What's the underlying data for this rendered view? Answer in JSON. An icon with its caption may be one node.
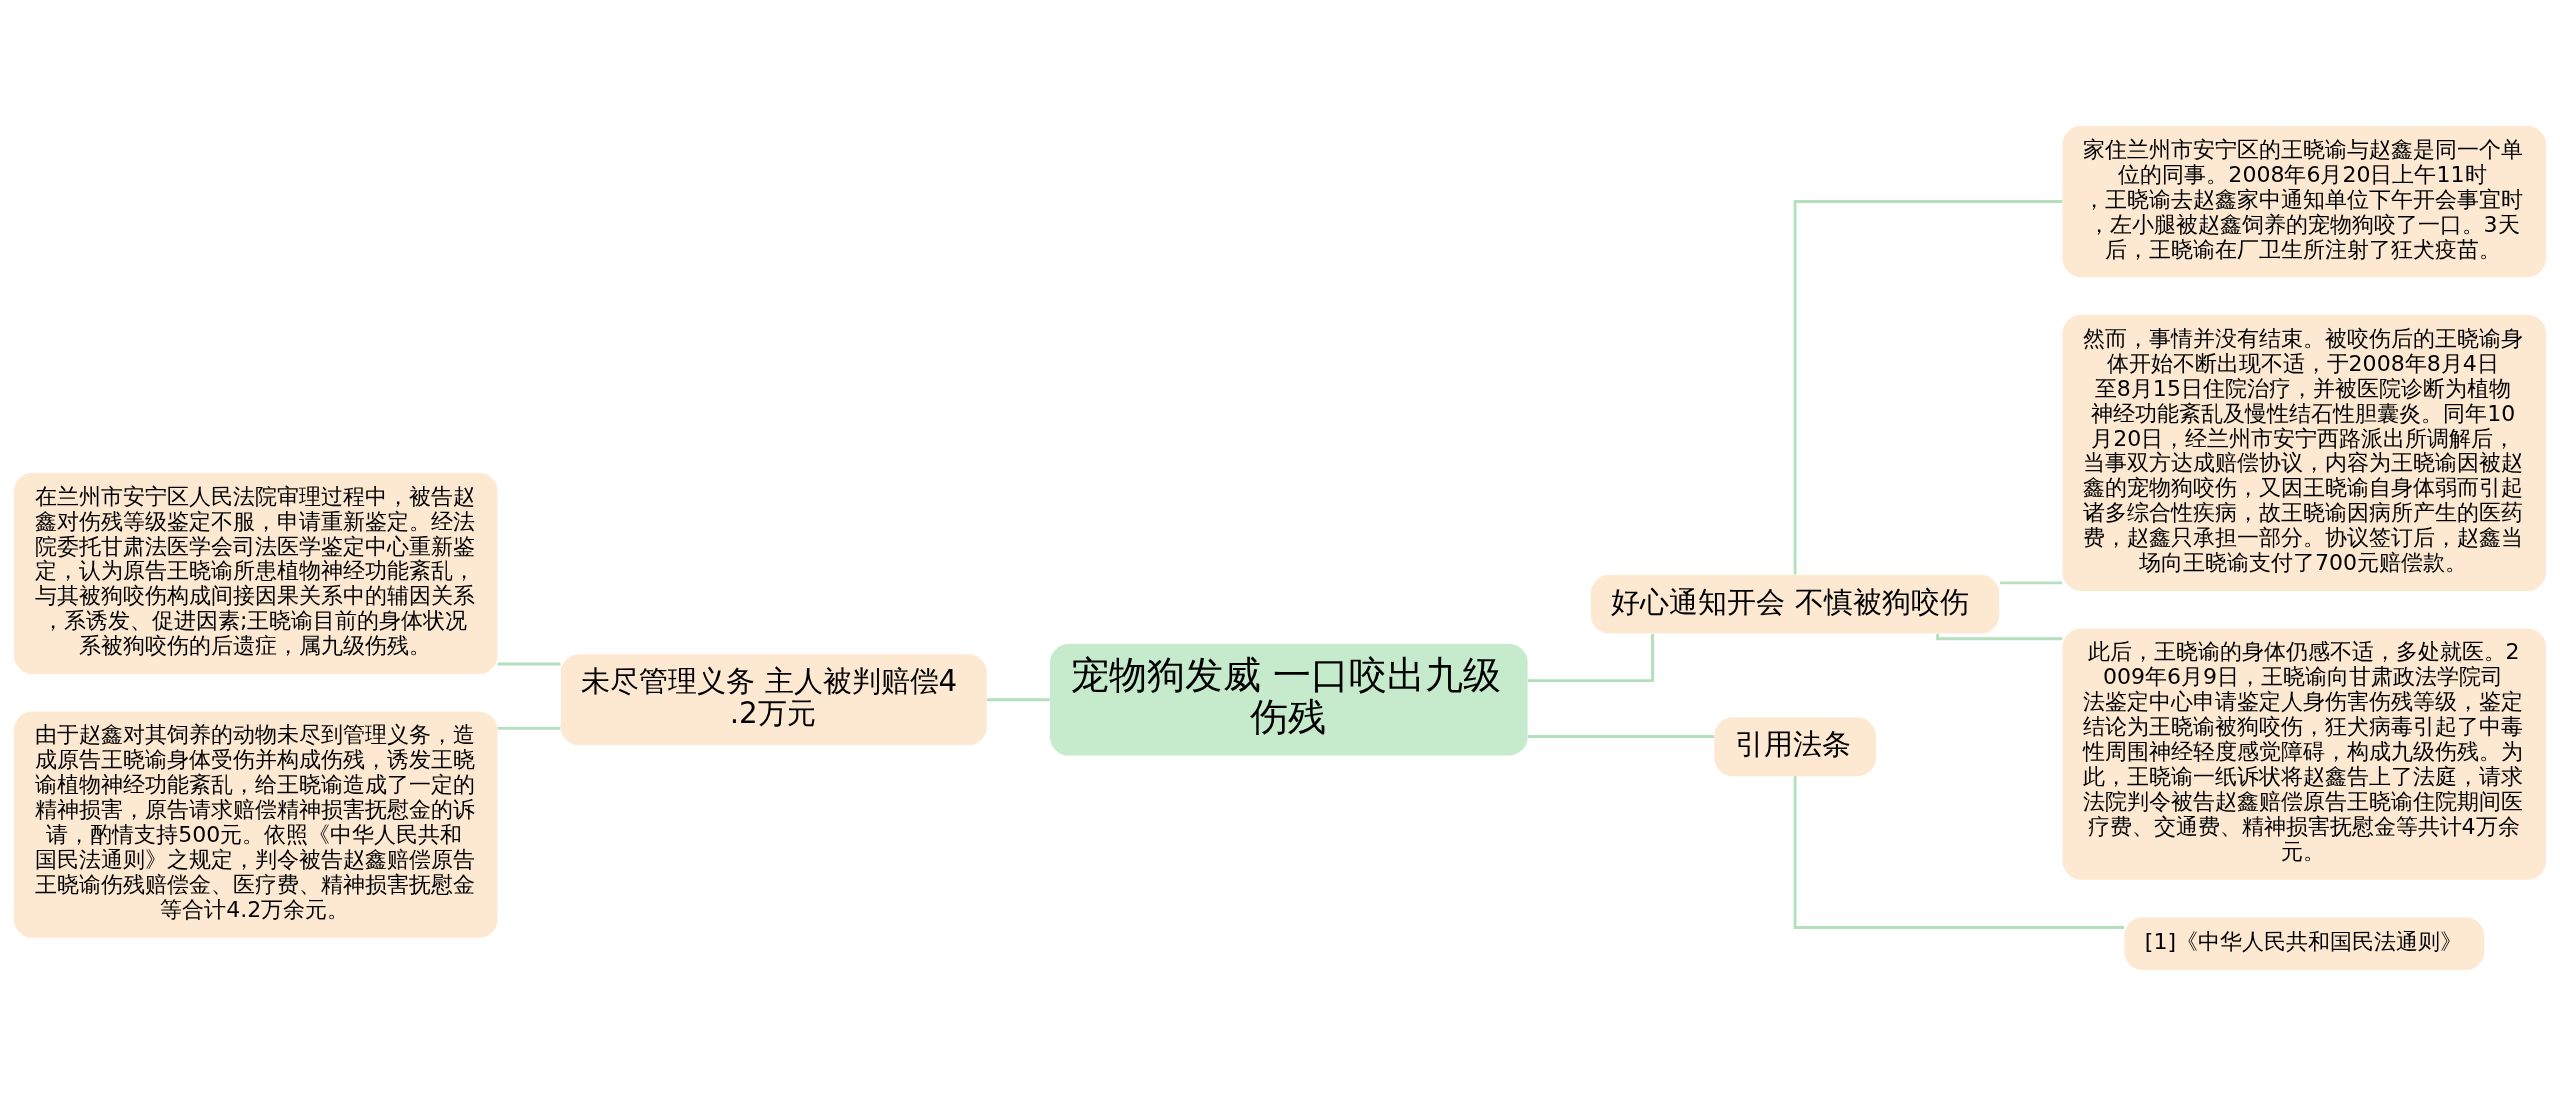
{
  "diagram": {
    "nodes": [
      {
        "text": [
          "宠物狗发威 一口咬出九级伤残"
        ]
      },
      {
        "text": [
          "好心通知开会 不慎被狗咬伤"
        ]
      },
      {
        "text": [
          "家住兰州市安宁区的王晓谕与赵鑫是同一个单位的同事。2008年6月20日上午11时，王晓谕去赵鑫家中通知单位下午开会事宜时，左小腿被赵鑫饲养的宠物狗咬了一口。3天后，王晓谕在厂卫生所注射了狂犬疫苗。"
        ]
      },
      {
        "text": [
          "然而，事情并没有结束。被咬伤后的王晓谕身体开始不断出现不适，于2008年8月4日至8月15日住院治疗，并被医院诊断为植物神经功能紊乱及慢性结石性胆囊炎。同年10月20日，经兰州市安宁西路派出所调解后，当事双方达成赔偿协议，内容为王晓谕因被赵鑫的宠物狗咬伤，又因王晓谕自身体弱而引起诸多综合性疾病，故王晓谕因病所产生的医药费，赵鑫只承担一部分。协议签订后，赵鑫当场向王晓谕支付了700元赔偿款。"
        ]
      },
      {
        "text": [
          "此后，王晓谕的身体仍感不适，多处就医。2009年6月9日，王晓谕向甘肃政法学院司法鉴定中心申请鉴定人身伤害伤残等级，鉴定结论为王晓谕被狗咬伤，狂犬病毒引起了中毒性周围神经轻度感觉障碍，构成九级伤残。为此，王晓谕一纸诉状将赵鑫告上了法庭，请求法院判令被告赵鑫赔偿原告王晓谕住院期间医疗费、交通费、精神损害抚慰金等共计4万余元。"
        ]
      },
      {
        "text": [
          "引用法条"
        ]
      },
      {
        "text": [
          "[1]《中华人民共和国民法通则》"
        ]
      },
      {
        "text": [
          "未尽管理义务 主人被判赔偿4.2万元"
        ]
      },
      {
        "text": [
          "在兰州市安宁区人民法院审理过程中，被告赵鑫对伤残等级鉴定不服，申请重新鉴定。经法院委托甘肃法医学会司法医学鉴定中心重新鉴定，认为原告王晓谕所患植物神经功能紊乱，与其被狗咬伤构成间接因果关系中的辅因关系，系诱发、促进因素;王晓谕目前的身体状况系被狗咬伤的后遗症，属九级伤残。"
        ]
      },
      {
        "text": [
          "由于赵鑫对其饲养的动物未尽到管理义务，造成原告王晓谕身体受伤并构成伤残，诱发王晓谕植物神经功能紊乱，给王晓谕造成了一定的精神损害，原告请求赔偿精神损害抚慰金的诉请，酌情支持500元。依照《中华人民共和国民法通则》之规定，判令被告赵鑫赔偿原告王晓谕伤残赔偿金、医疗费、精神损害抚慰金等合计4.2万余元。"
        ]
      }
    ],
    "edges": [
      {
        "from": 0,
        "to": 1,
        "arrow": "none"
      },
      {
        "from": 1,
        "to": 2,
        "arrow": "none"
      },
      {
        "from": 1,
        "to": 3,
        "arrow": "none"
      },
      {
        "from": 1,
        "to": 4,
        "arrow": "none"
      },
      {
        "from": 0,
        "to": 5,
        "arrow": "none"
      },
      {
        "from": 5,
        "to": 6,
        "arrow": "none"
      },
      {
        "from": 0,
        "to": 7,
        "arrow": "none"
      },
      {
        "from": 7,
        "to": 8,
        "arrow": "none"
      },
      {
        "from": 7,
        "to": 9,
        "arrow": "none"
      }
    ]
  }
}
